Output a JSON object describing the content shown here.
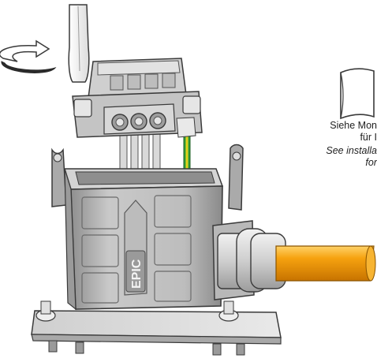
{
  "note": {
    "de_line1": "Siehe Mon",
    "de_line2": "für I",
    "en_line1": "See installa",
    "en_line2": "for"
  },
  "product_mark": "EPIC",
  "icons": {
    "rotate": "rotate-arrow-icon",
    "screwdriver": "flat-screwdriver-icon",
    "manual": "open-book-icon"
  },
  "colors": {
    "outline": "#3a3a3a",
    "housing": "#b9b9b9",
    "housing_light": "#d6d6d6",
    "insert": "#c8c8c8",
    "wire_green": "#2f9e3a",
    "wire_yellow": "#e4d21a",
    "cable_orange": "#f2a20b",
    "base_plate": "#d7d7d7"
  }
}
